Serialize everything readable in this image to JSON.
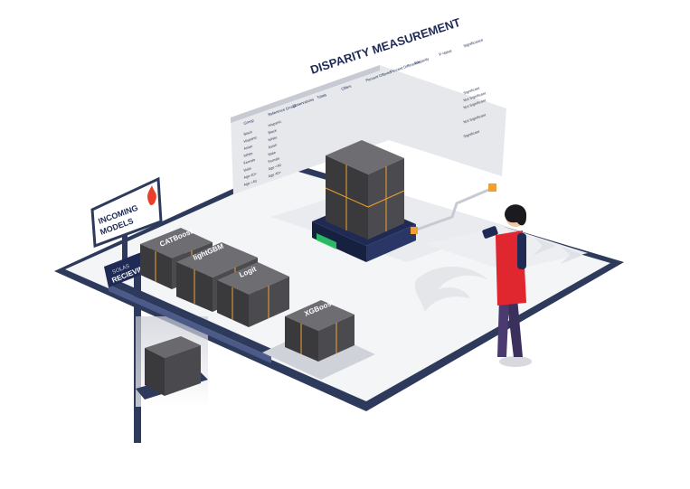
{
  "scene": {
    "title": "DISPARITY MEASUREMENT",
    "incoming_sign": [
      "INCOMING",
      "MODELS"
    ],
    "receiving_sign_top": "SOLAS",
    "receiving_sign_bottom": "RECIEVING",
    "model_labels": {
      "catboost": "CATBoost",
      "lightgbm": "lightGBM",
      "logit": "Logit",
      "xgboost": "XGBoost"
    }
  },
  "table": {
    "columns": [
      "Group",
      "Reference Group",
      "Observations",
      "Totals",
      "Offers",
      "Percent Offered",
      "Percent Difference",
      "Disparity",
      "P-Value",
      "Significance"
    ],
    "rows": [
      {
        "group": "Black",
        "ref": "Hispanic",
        "significance": "Significant"
      },
      {
        "group": "Hispanic",
        "ref": "Black",
        "significance": "Not Significant"
      },
      {
        "group": "Asian",
        "ref": "White",
        "significance": "Not Significant"
      },
      {
        "group": "White",
        "ref": "Asian",
        "significance": ""
      },
      {
        "group": "Female",
        "ref": "Male",
        "significance": "Not Significant"
      },
      {
        "group": "Male",
        "ref": "Female",
        "significance": ""
      },
      {
        "group": "Age 40+",
        "ref": "Age <40",
        "significance": "Significant"
      },
      {
        "group": "Age <40",
        "ref": "Age 40+",
        "significance": ""
      }
    ]
  },
  "colors": {
    "floor": "#f4f5f7",
    "floor_edge": "#2e3a5c",
    "box": "#3a3a3c",
    "box_seam": "#f0a030",
    "pallet": "#1f2a55",
    "vest": "#e0262e",
    "flame": "#e8402a"
  }
}
